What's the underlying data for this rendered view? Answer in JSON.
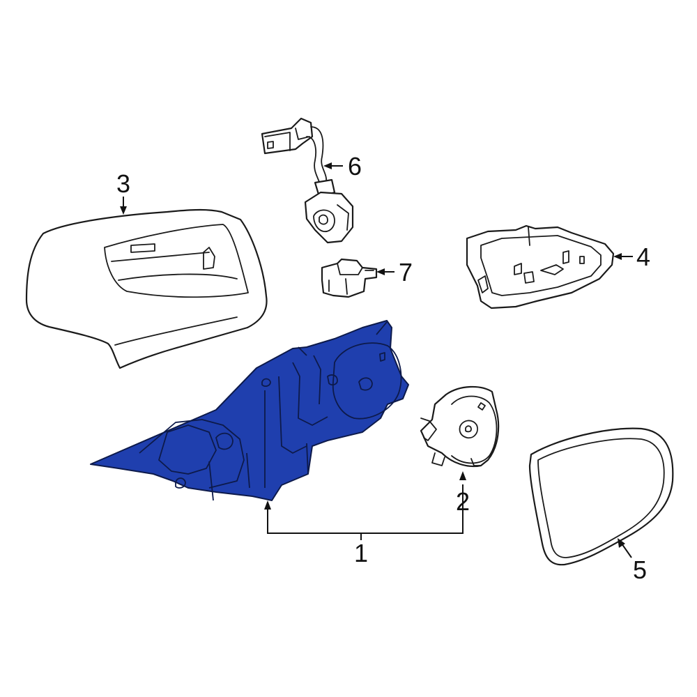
{
  "diagram": {
    "highlight_color": "#1f3fae",
    "callouts": [
      {
        "id": "1",
        "label": "1"
      },
      {
        "id": "2",
        "label": "2"
      },
      {
        "id": "3",
        "label": "3"
      },
      {
        "id": "4",
        "label": "4"
      },
      {
        "id": "5",
        "label": "5"
      },
      {
        "id": "6",
        "label": "6"
      },
      {
        "id": "7",
        "label": "7"
      }
    ]
  }
}
